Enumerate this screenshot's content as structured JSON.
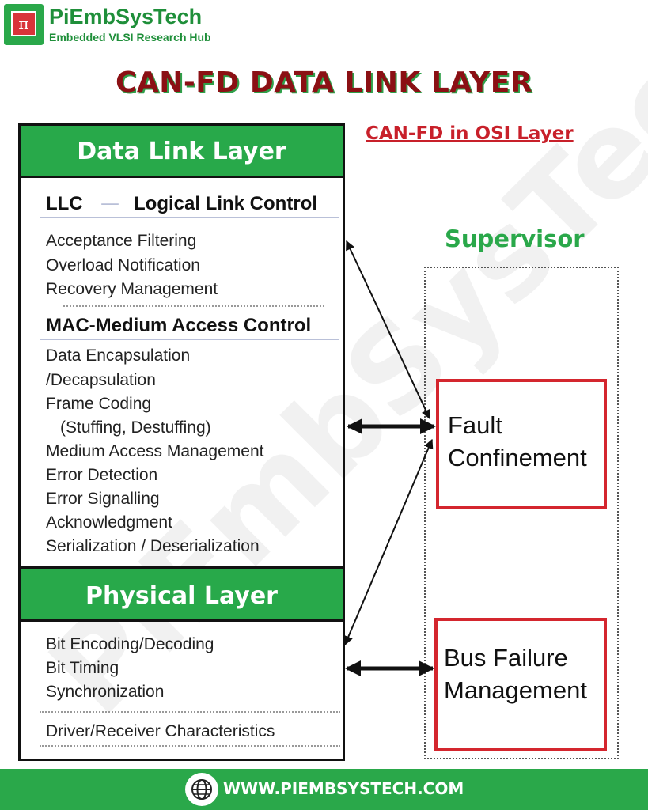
{
  "brand": {
    "name": "PiEmbSysTech",
    "tagline": "Embedded VLSI Research Hub",
    "logo_glyph": "π"
  },
  "title": "CAN-FD DATA LINK LAYER",
  "subtitle": "CAN-FD in OSI Layer",
  "watermark": "PiEmbSysTech",
  "diagram": {
    "data_link_layer": {
      "header": "Data Link Layer",
      "llc": {
        "abbr": "LLC",
        "dash": "—",
        "name": "Logical Link Control",
        "items": [
          "Acceptance Filtering",
          "Overload Notification",
          "Recovery Management"
        ]
      },
      "mac": {
        "heading": "MAC-Medium Access Control",
        "items": [
          "Data Encapsulation",
          "/Decapsulation",
          "Frame Coding",
          "(Stuffing, Destuffing)",
          "Medium Access Management",
          "Error Detection",
          "Error Signalling",
          "Acknowledgment",
          "Serialization / Deserialization"
        ]
      }
    },
    "physical_layer": {
      "header": "Physical Layer",
      "items": [
        "Bit Encoding/Decoding",
        "Bit Timing",
        "Synchronization"
      ],
      "extra_item": "Driver/Receiver Characteristics"
    },
    "supervisor": {
      "label": "Supervisor",
      "fault_confinement": [
        "Fault",
        "Confinement"
      ],
      "bus_failure": [
        "Bus Failure",
        "Management"
      ]
    }
  },
  "footer": {
    "url": "WWW.PIEMBSYSTECH.COM",
    "icon": "globe-icon"
  },
  "colors": {
    "green": "#28a94a",
    "dark_red": "#8b1014",
    "red": "#d4262e"
  }
}
